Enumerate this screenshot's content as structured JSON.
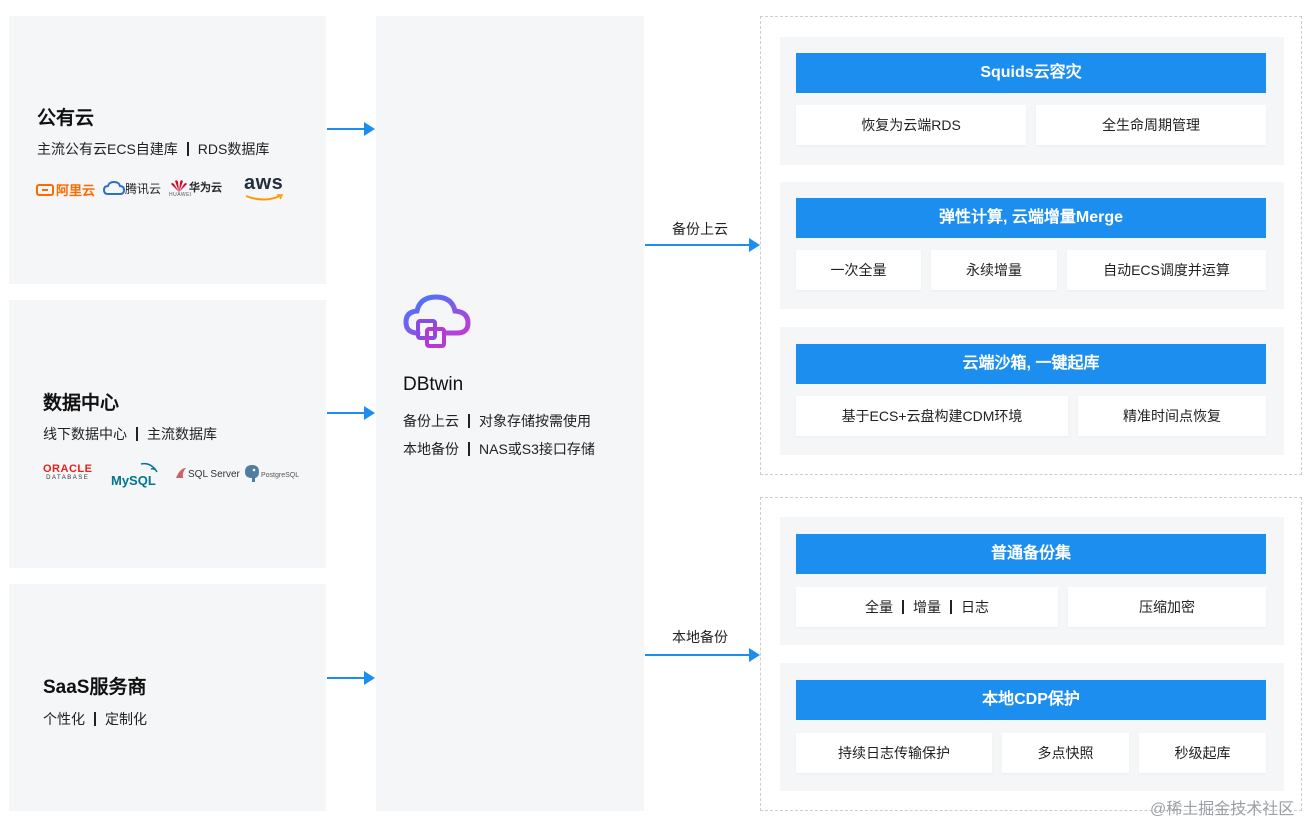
{
  "sources": [
    {
      "title": "公有云",
      "items": [
        "主流公有云ECS自建库",
        "RDS数据库"
      ],
      "logos": [
        "阿里云",
        "腾讯云",
        "华为云",
        "aws"
      ],
      "logo_sub": [
        "HUAWEI"
      ]
    },
    {
      "title": "数据中心",
      "items": [
        "线下数据中心",
        "主流数据库"
      ],
      "logos": [
        "ORACLE",
        "DATABASE",
        "MySQL",
        "SQL Server",
        "PostgreSQL"
      ]
    },
    {
      "title": "SaaS服务商",
      "items": [
        "个性化",
        "定制化"
      ]
    }
  ],
  "center": {
    "title": "DBtwin",
    "lines": [
      {
        "left": "备份上云",
        "right": "对象存储按需使用"
      },
      {
        "left": "本地备份",
        "right": "NAS或S3接口存储"
      }
    ]
  },
  "arrows": {
    "cloud_label": "备份上云",
    "local_label": "本地备份"
  },
  "cloud_groups": [
    {
      "title": "Squids云容灾",
      "cells": [
        "恢复为云端RDS",
        "全生命周期管理"
      ]
    },
    {
      "title": "弹性计算, 云端增量Merge",
      "cells": [
        "一次全量",
        "永续增量",
        "自动ECS调度并运算"
      ]
    },
    {
      "title": "云端沙箱, 一键起库",
      "cells": [
        "基于ECS+云盘构建CDM环境",
        "精准时间点恢复"
      ]
    }
  ],
  "local_groups": [
    {
      "title": "普通备份集",
      "cells": [
        "全量",
        "增量",
        "日志",
        "压缩加密"
      ]
    },
    {
      "title": "本地CDP保护",
      "cells": [
        "持续日志传输保护",
        "多点快照",
        "秒级起库"
      ]
    }
  ],
  "watermark": "@稀土掘金技术社区",
  "colors": {
    "accent": "#1c8ef0",
    "panel": "#f5f6f7",
    "aliyun": "#ff6a00",
    "huawei": "#cf0a2c",
    "oracle": "#e2231a",
    "mysql": "#00758f"
  }
}
